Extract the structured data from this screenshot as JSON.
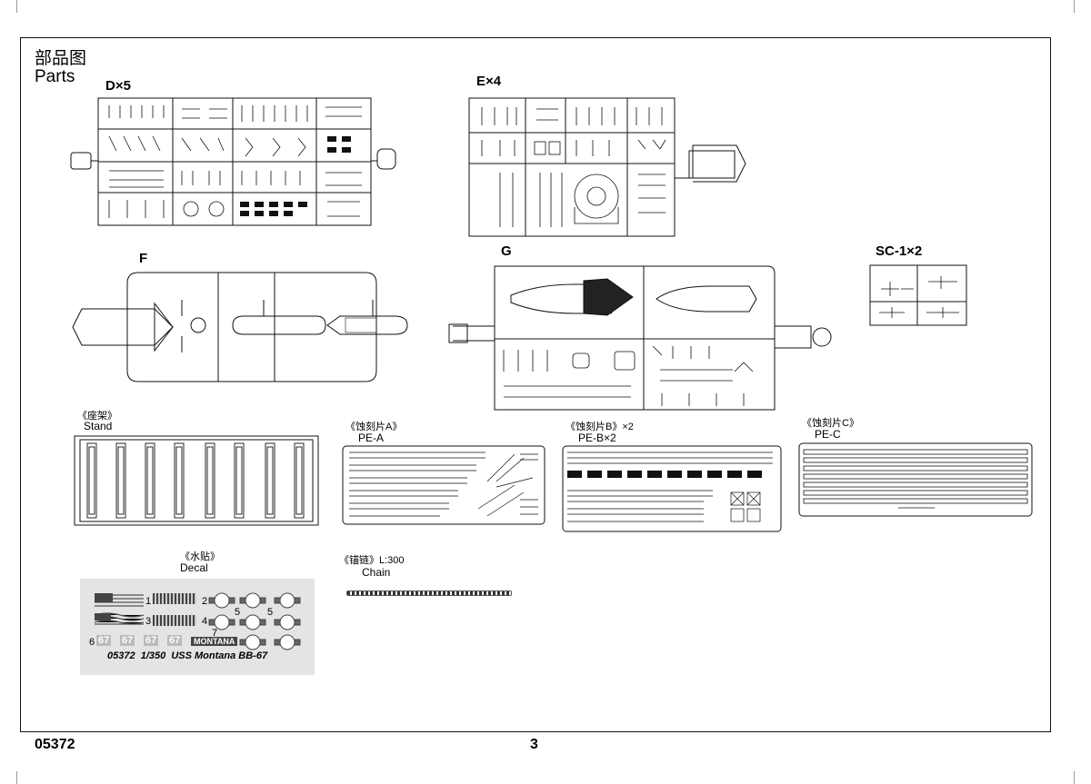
{
  "header": {
    "title_cn": "部品图",
    "title_en": "Parts"
  },
  "sprues": {
    "d": "D×5",
    "e": "E×4",
    "f": "F",
    "g": "G",
    "sc1": "SC-1×2"
  },
  "accessories": {
    "stand_cn": "《座架》",
    "stand_en": "Stand",
    "pe_a_cn": "《蚀刻片A》",
    "pe_a_en": "PE-A",
    "pe_b_cn": "《蚀刻片B》×2",
    "pe_b_en": "PE-B×2",
    "pe_c_cn": "《蚀刻片C》",
    "pe_c_en": "PE-C",
    "decal_cn": "《水贴》",
    "decal_en": "Decal",
    "chain_cn": "《锚链》L:300",
    "chain_en": "Chain"
  },
  "decal_sheet": {
    "numbers": [
      "1",
      "2",
      "3",
      "4",
      "5",
      "5",
      "6",
      "7"
    ],
    "hull_number": "67",
    "name_plate": "MONTANA",
    "line": "05372  1/350  USS Montana BB-67"
  },
  "footer": {
    "code": "05372",
    "page": "3"
  },
  "colors": {
    "ink": "#111111",
    "decal_bg": "#e4e4e4",
    "dark_part": "#222222"
  }
}
